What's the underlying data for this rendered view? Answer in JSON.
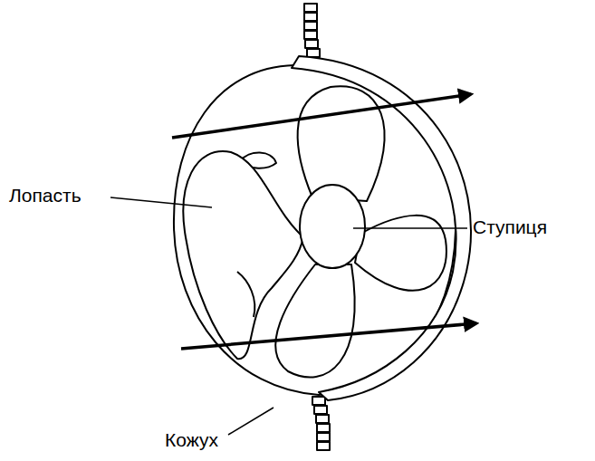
{
  "diagram": {
    "labels": [
      "Лопасть",
      "Ступиця",
      "Кожух"
    ]
  }
}
